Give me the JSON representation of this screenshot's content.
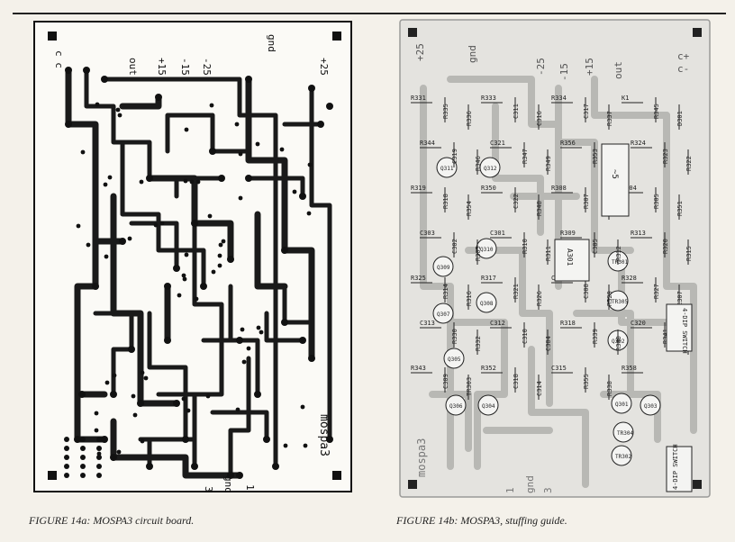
{
  "figures": [
    {
      "id": "14a",
      "caption": "FIGURE 14a: MOSPA3 circuit board.",
      "board_label": "mospa3",
      "rail_labels": [
        "c c",
        "out",
        "+15",
        "-15",
        "-25",
        "+25",
        "gnd"
      ],
      "bottom_pins": [
        "3",
        "gnd",
        "1"
      ]
    },
    {
      "id": "14b",
      "caption": "FIGURE 14b: MOSPA3, stuffing guide.",
      "board_label": "mospa3",
      "rail_labels": [
        "+25",
        "gnd",
        "-25",
        "-15",
        "+15",
        "out",
        "c+",
        "c-"
      ],
      "bottom_pins": [
        "1",
        "gnd",
        "3"
      ],
      "components": [
        "R331",
        "R335",
        "R336",
        "R333",
        "C311",
        "C316",
        "R334",
        "C317",
        "R337",
        "K1",
        "R345",
        "D301",
        "R344",
        "C319",
        "R346",
        "C321",
        "R347",
        "TR301",
        "R349",
        "R356",
        "R353",
        "C323",
        "R324",
        "R323",
        "R322",
        "R319",
        "R318",
        "R354",
        "R350",
        "C322",
        "R348",
        "R308",
        "R307",
        "R306",
        "R304",
        "R305",
        "R351",
        "C303",
        "C302",
        "R303",
        "C301",
        "R310",
        "R311",
        "R309",
        "C305",
        "R312",
        "R313",
        "R320",
        "R315",
        "R325",
        "R314",
        "R316",
        "R317",
        "R321",
        "R326",
        "C306",
        "C308",
        "R329",
        "R328",
        "R327",
        "C307",
        "C313",
        "R330",
        "R332",
        "C312",
        "C310",
        "C304",
        "R318",
        "R339",
        "R340",
        "C320",
        "R341",
        "R342",
        "R343",
        "A301",
        "C309",
        "Q309",
        "Q307",
        "Q308",
        "Q310",
        "Q301",
        "Q302",
        "Q303",
        "Q304",
        "Q305",
        "Q306",
        "Q311",
        "Q312",
        "TR302",
        "TR303",
        "TR304",
        "TR305",
        "R352",
        "C318",
        "C314",
        "C315",
        "R355",
        "R338",
        "R358"
      ],
      "switch_labels": [
        "4-DIP SWITCH",
        "4-DIP SWITCH"
      ],
      "ic_labels": [
        "A301",
        "~5"
      ]
    }
  ]
}
